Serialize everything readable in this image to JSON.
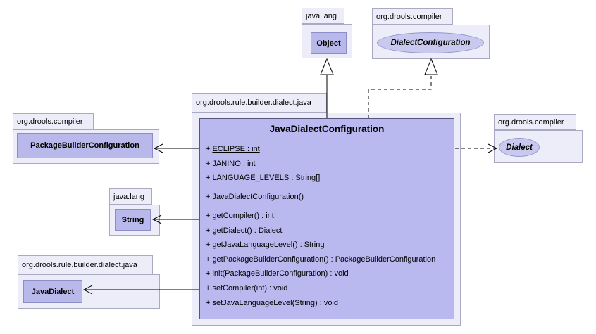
{
  "diagram": {
    "type": "uml-class-diagram",
    "background": "#ffffff"
  },
  "colors": {
    "package_fill": "#ededfa",
    "package_border": "#a9a9c2",
    "class_fill": "#b8b8ea",
    "class_border": "#8c8cc8",
    "interface_fill": "#c9c9ef",
    "main_class_fill": "#b9b9f0",
    "main_class_border": "#55557d",
    "line_color": "#000000"
  },
  "packages": {
    "java_lang_top": {
      "name": "java.lang"
    },
    "compiler_top": {
      "name": "org.drools.compiler"
    },
    "main": {
      "name": "org.drools.rule.builder.dialect.java"
    },
    "compiler_left": {
      "name": "org.drools.compiler"
    },
    "java_lang_left": {
      "name": "java.lang"
    },
    "dialect_java_bottom": {
      "name": "org.drools.rule.builder.dialect.java"
    },
    "compiler_right": {
      "name": "org.drools.compiler"
    }
  },
  "nodes": {
    "object_class": {
      "label": "Object"
    },
    "dialect_configuration_interface": {
      "label": "DialectConfiguration"
    },
    "package_builder_configuration_class": {
      "label": "PackageBuilderConfiguration"
    },
    "string_class": {
      "label": "String"
    },
    "java_dialect_class": {
      "label": "JavaDialect"
    },
    "dialect_interface": {
      "label": "Dialect"
    }
  },
  "main_class": {
    "title": "JavaDialectConfiguration",
    "fields": [
      {
        "visibility": "+",
        "text": "ECLIPSE : int"
      },
      {
        "visibility": "+",
        "text": "JANINO : int"
      },
      {
        "visibility": "+",
        "text": "LANGUAGE_LEVELS : String[]"
      }
    ],
    "methods": [
      {
        "visibility": "+",
        "text": "JavaDialectConfiguration()"
      },
      {
        "visibility": "+",
        "text": "getCompiler() : int"
      },
      {
        "visibility": "+",
        "text": "getDialect() : Dialect"
      },
      {
        "visibility": "+",
        "text": "getJavaLanguageLevel() : String"
      },
      {
        "visibility": "+",
        "text": "getPackageBuilderConfiguration() : PackageBuilderConfiguration"
      },
      {
        "visibility": "+",
        "text": "init(PackageBuilderConfiguration) : void"
      },
      {
        "visibility": "+",
        "text": "setCompiler(int) : void"
      },
      {
        "visibility": "+",
        "text": "setJavaLanguageLevel(String) : void"
      }
    ]
  },
  "relationships": [
    {
      "from": "JavaDialectConfiguration",
      "to": "Object",
      "type": "generalization",
      "line": "solid"
    },
    {
      "from": "JavaDialectConfiguration",
      "to": "DialectConfiguration",
      "type": "realization",
      "line": "dashed"
    },
    {
      "from": "JavaDialectConfiguration",
      "to": "PackageBuilderConfiguration",
      "type": "association",
      "line": "solid"
    },
    {
      "from": "JavaDialectConfiguration",
      "to": "String",
      "type": "association",
      "line": "solid"
    },
    {
      "from": "JavaDialectConfiguration",
      "to": "JavaDialect",
      "type": "association",
      "line": "solid"
    },
    {
      "from": "JavaDialectConfiguration",
      "to": "Dialect",
      "type": "dependency",
      "line": "dashed"
    }
  ]
}
